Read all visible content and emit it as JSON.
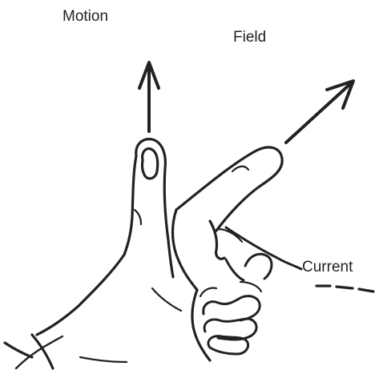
{
  "labels": {
    "motion": "Motion",
    "field": "Field",
    "current": "Current"
  },
  "colors": {
    "ink": "#222222",
    "background": "#ffffff"
  }
}
